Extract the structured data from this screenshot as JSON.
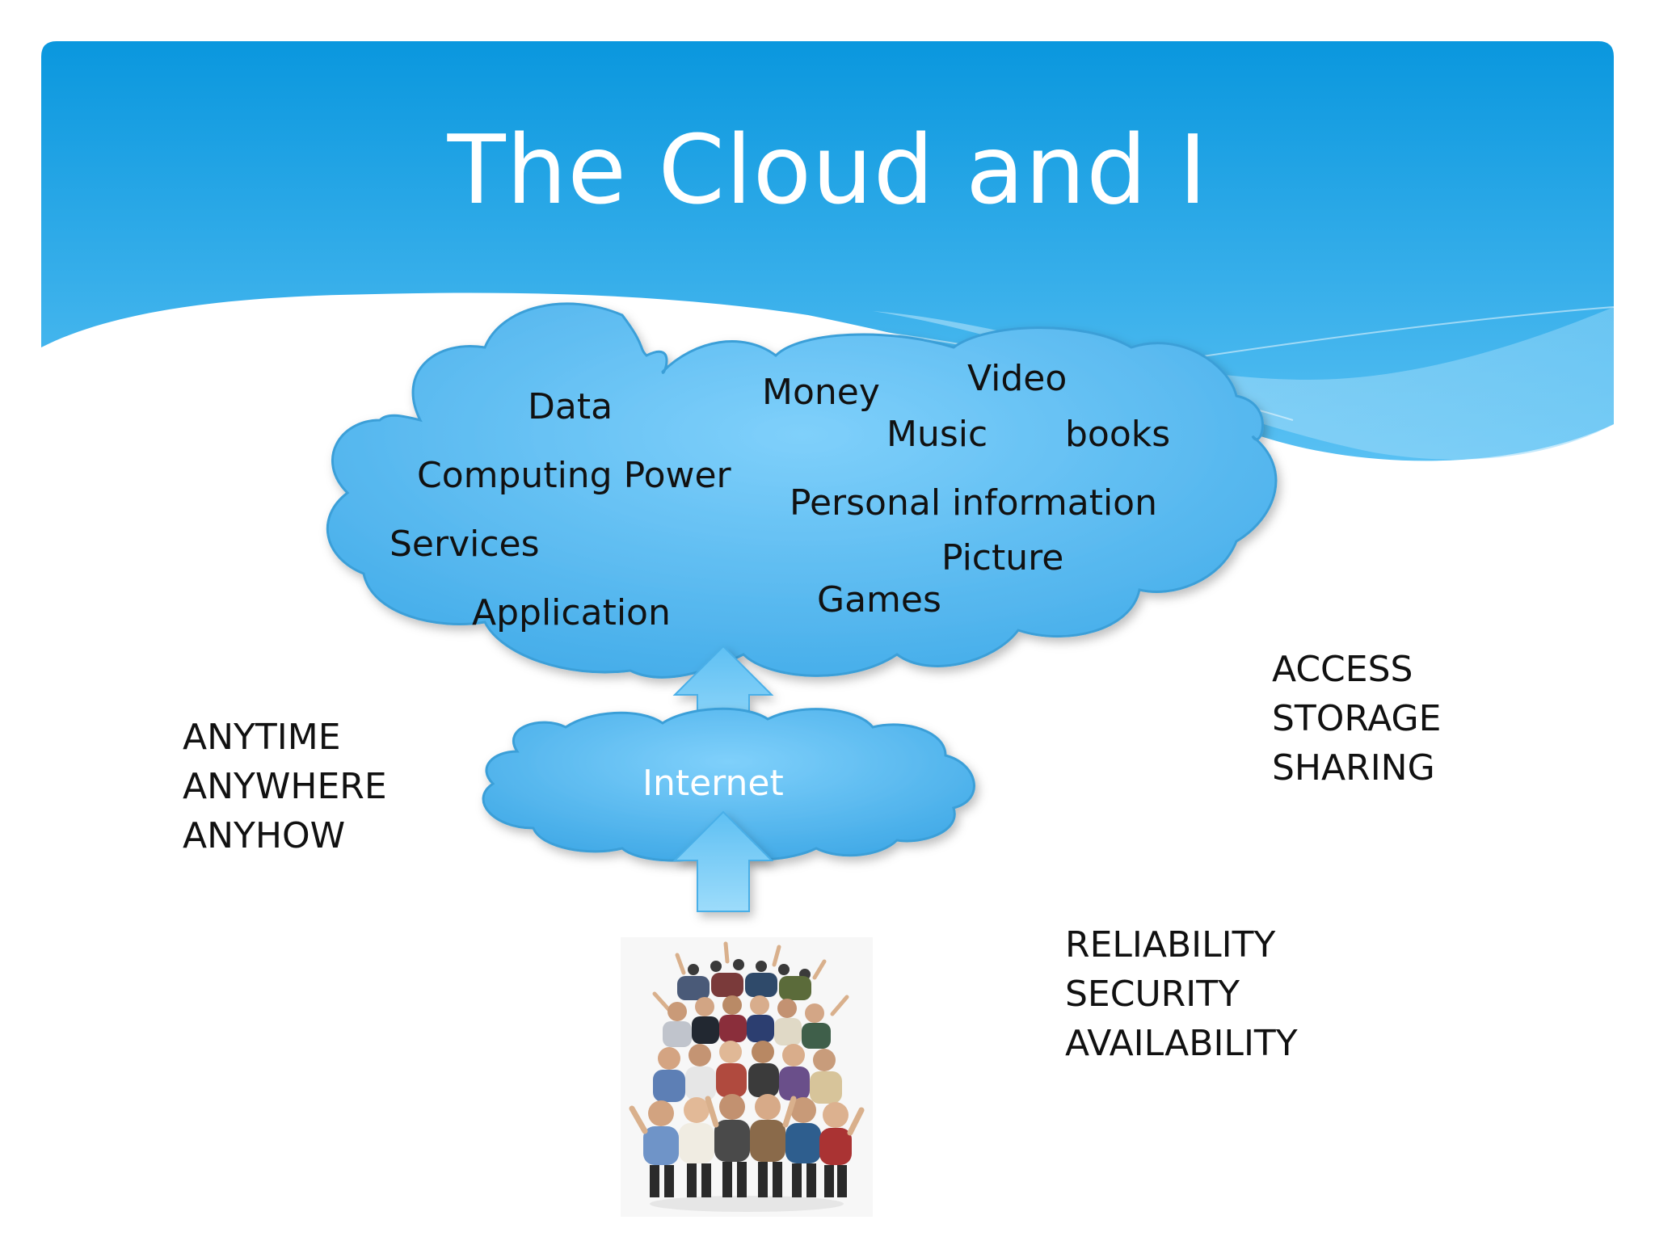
{
  "slide": {
    "title": "The Cloud and I"
  },
  "cloud": {
    "items": [
      "Data",
      "Computing Power",
      "Services",
      "Application",
      "Money",
      "Video",
      "Music",
      "books",
      "Personal information",
      "Picture",
      "Games"
    ]
  },
  "internet": {
    "label": "Internet"
  },
  "left_list": [
    "ANYTIME",
    "ANYWHERE",
    "ANYHOW"
  ],
  "right_top_list": [
    "ACCESS",
    "STORAGE",
    "SHARING"
  ],
  "right_bottom_list": [
    "RELIABILITY",
    "SECURITY",
    "AVAILABILITY"
  ],
  "colors": {
    "banner_top": "#0a97de",
    "banner_bottom": "#5bc2f4",
    "cloud_fill": "#59b9ee",
    "arrow_fill": "#6cc8f6",
    "text": "#111111",
    "title_text": "#ffffff"
  },
  "image": {
    "icon": "crowd-of-people-photo"
  }
}
